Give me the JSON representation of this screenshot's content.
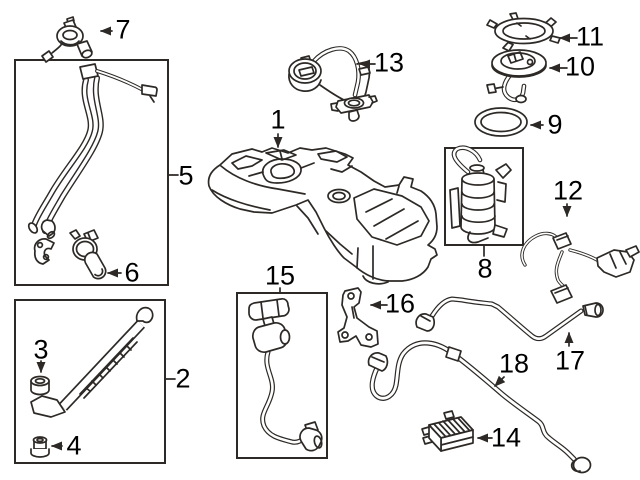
{
  "colors": {
    "background": "#ffffff",
    "line": "#2d2926",
    "label": "#000000"
  },
  "callouts": {
    "n1": "1",
    "n2": "2",
    "n3": "3",
    "n4": "4",
    "n5": "5",
    "n6": "6",
    "n7": "7",
    "n8": "8",
    "n9": "9",
    "n10": "10",
    "n11": "11",
    "n12": "12",
    "n13": "13",
    "n14": "14",
    "n15": "15",
    "n16": "16",
    "n17": "17",
    "n18": "18"
  }
}
